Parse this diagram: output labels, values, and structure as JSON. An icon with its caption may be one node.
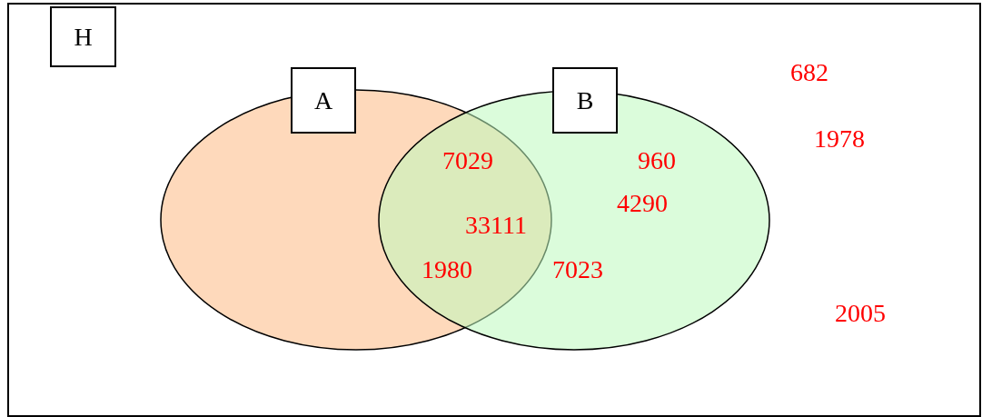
{
  "diagram": {
    "nodes": [
      {
        "text": [
          "H"
        ]
      },
      {
        "text": [],
        "shape": "ellipse"
      },
      {
        "text": [
          "A"
        ]
      },
      {
        "text": [],
        "shape": "ellipse"
      },
      {
        "text": [
          "B"
        ]
      }
    ],
    "labels": [
      "682",
      "1978",
      "7029",
      "960",
      "4290",
      "33111",
      "1980",
      "7023",
      "2005"
    ]
  }
}
